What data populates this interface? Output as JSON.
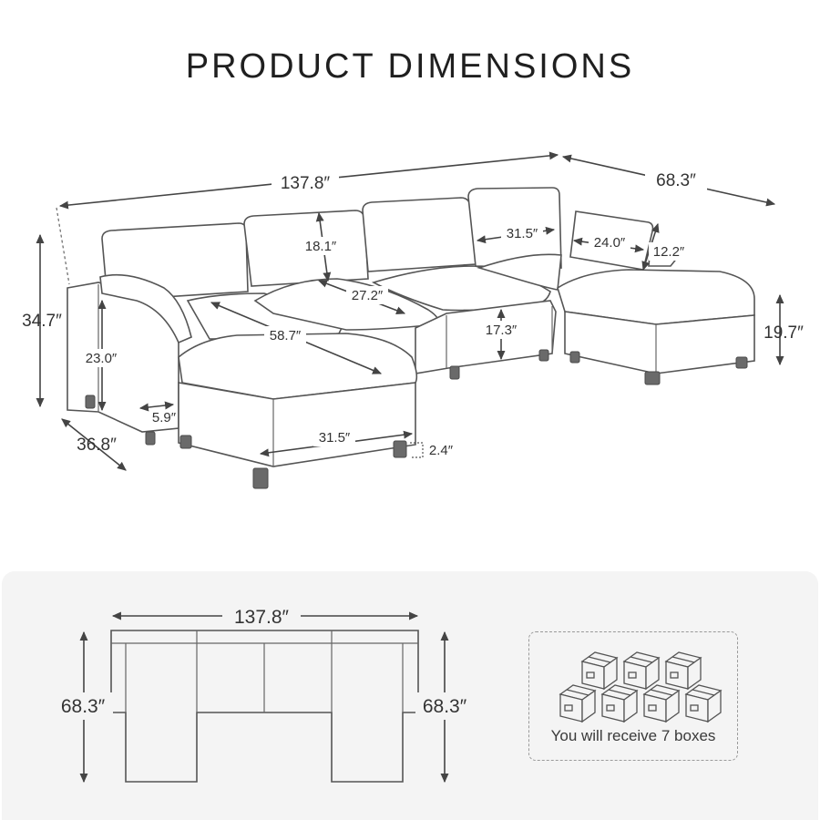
{
  "title": "PRODUCT DIMENSIONS",
  "top_view": {
    "overall_length": "137.8″",
    "chaise_depth": "68.3″",
    "height": "34.7″",
    "arm_height": "23.0″",
    "depth": "36.8″",
    "arm_width": "5.9″",
    "chaise_length": "58.7″",
    "ottoman_width": "31.5″",
    "leg_height": "2.4″",
    "back_height": "18.1″",
    "seat_depth": "27.2″",
    "seat_height": "17.3″",
    "seat_width": "31.5″",
    "pillow_width": "24.0″",
    "pillow_height": "12.2″",
    "ottoman_height": "19.7″"
  },
  "plan_view": {
    "length": "137.8″",
    "left_depth": "68.3″",
    "right_depth": "68.3″"
  },
  "boxes": {
    "caption": "You will receive 7 boxes",
    "count": 7,
    "icon": "cardboard-box-icon"
  },
  "colors": {
    "background": "#ffffff",
    "panel": "#f4f4f4",
    "line": "#555555",
    "text": "#2b2b2b"
  }
}
